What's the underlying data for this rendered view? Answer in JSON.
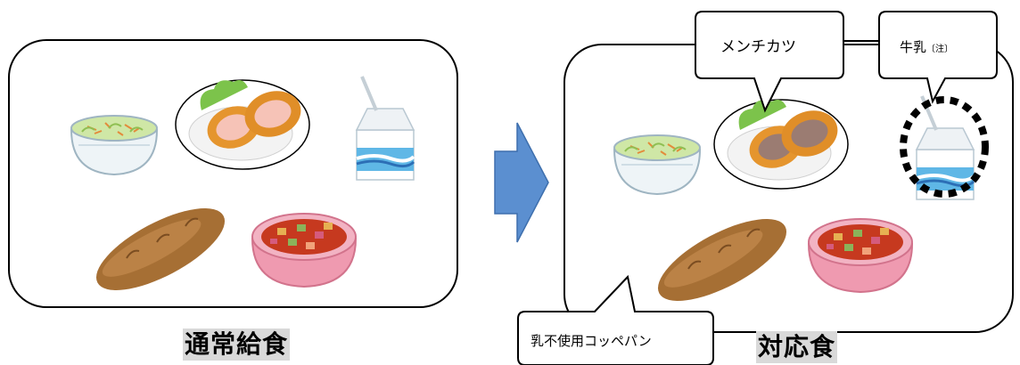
{
  "left_panel": {
    "caption": "通常給食"
  },
  "right_panel": {
    "caption": "対応食"
  },
  "callouts": {
    "menchikatsu": "メンチカツ",
    "milk": "牛乳",
    "milk_note": "〔注〕",
    "bread": "乳不使用コッペパン"
  },
  "items": [
    "salad-icon",
    "fried-cutlet-icon",
    "milk-carton-icon",
    "bread-roll-icon",
    "minestrone-soup-icon",
    "arrow-right-icon"
  ],
  "colors": {
    "arrow": "#5b8fd0",
    "outline": "#000000",
    "caption_bg": "#d9d9d9"
  }
}
